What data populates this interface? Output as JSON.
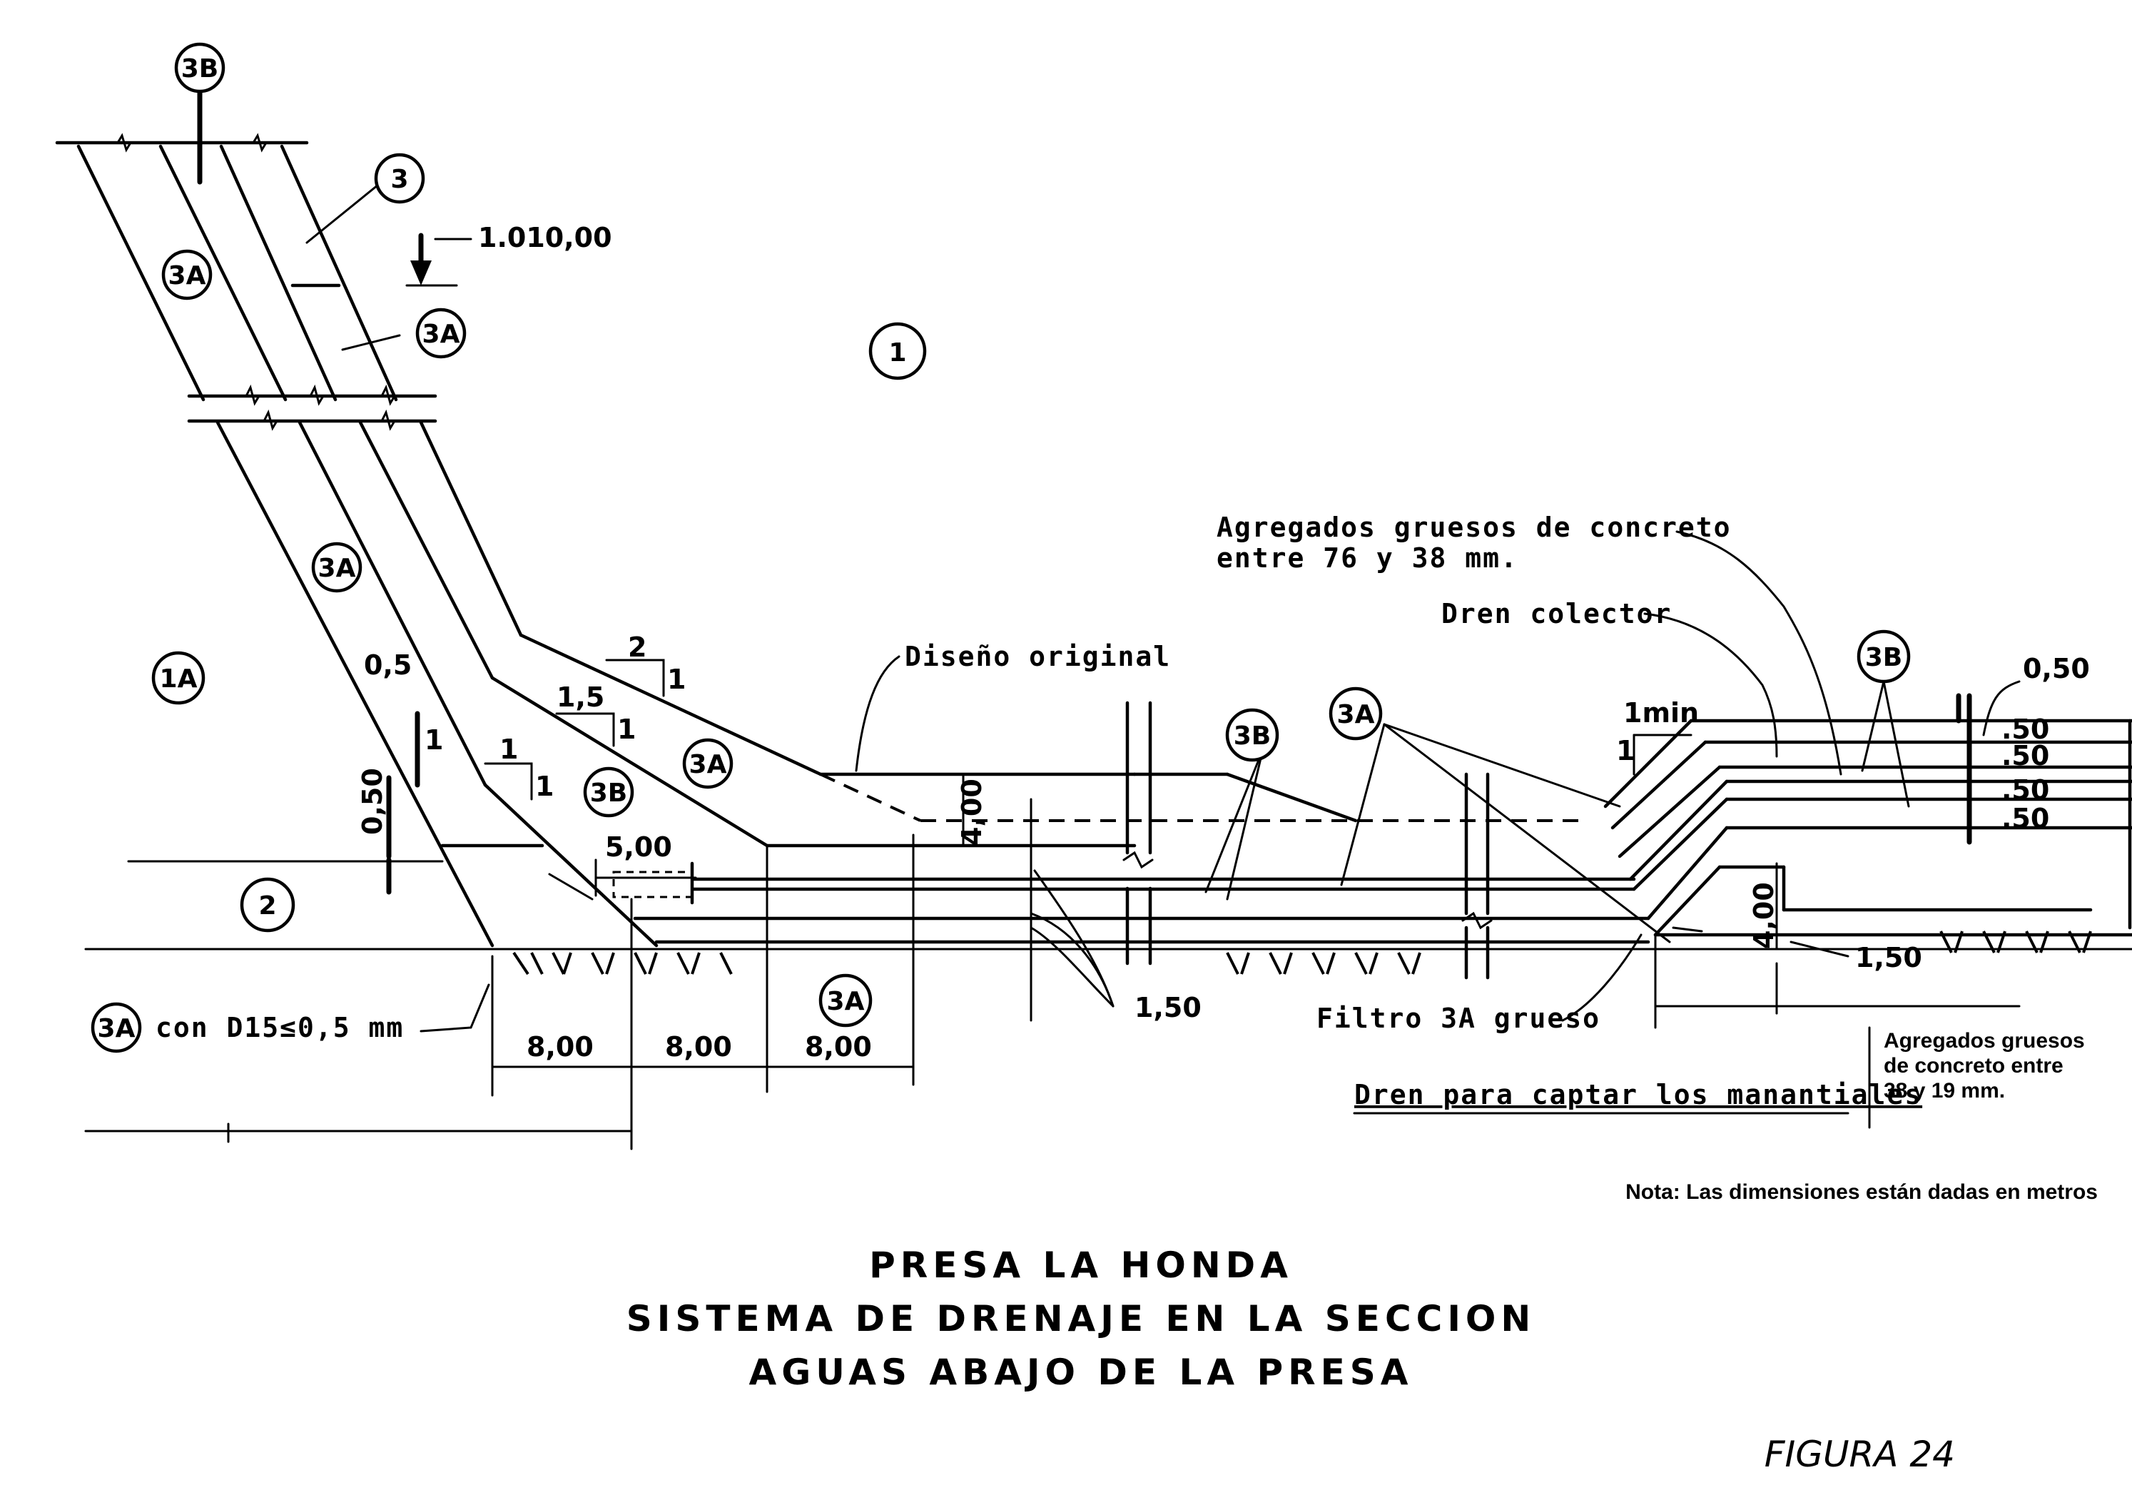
{
  "figure_label": "FIGURA 24",
  "title": {
    "line1": "PRESA LA HONDA",
    "line2": "SISTEMA DE DRENAJE EN LA SECCION",
    "line3": "AGUAS ABAJO DE LA PRESA"
  },
  "note": "Nota: Las dimensiones están dadas en metros",
  "zones": {
    "z1": "1",
    "z1a": "1A",
    "z2": "2",
    "z3": "3",
    "z3a": "3A",
    "z3b": "3B"
  },
  "elevation": "1.010,00",
  "dimensions": {
    "d_8_a": "8,00",
    "d_8_b": "8,00",
    "d_8_c": "8,00",
    "d_5": "5,00",
    "d_4_a": "4,00",
    "d_4_b": "4,00",
    "d_150_a": "1,50",
    "d_150_b": "1,50",
    "d_050_v": "0,50",
    "d_050_r": "0,50",
    "layer_50_1": ".50",
    "layer_50_2": ".50",
    "layer_50_3": ".50",
    "layer_50_4": ".50"
  },
  "slopes": {
    "s_05": "0,5",
    "s_15": "1,5",
    "s_2": "2",
    "s_one": "1",
    "s_1min": "1min"
  },
  "annotations": {
    "agregados_76_38_l1": "Agregados gruesos de concreto",
    "agregados_76_38_l2": "entre 76 y 38 mm.",
    "dren_colector": "Dren colector",
    "diseno_original": "Diseño original",
    "con_d15": "con D15≤0,5 mm",
    "filtro_3a": "Filtro 3A grueso",
    "dren_manantiales": "Dren para captar los manantiales",
    "agregados_38_19_l1": "Agregados gruesos",
    "agregados_38_19_l2": "de concreto entre",
    "agregados_38_19_l3": "38 y 19 mm."
  }
}
